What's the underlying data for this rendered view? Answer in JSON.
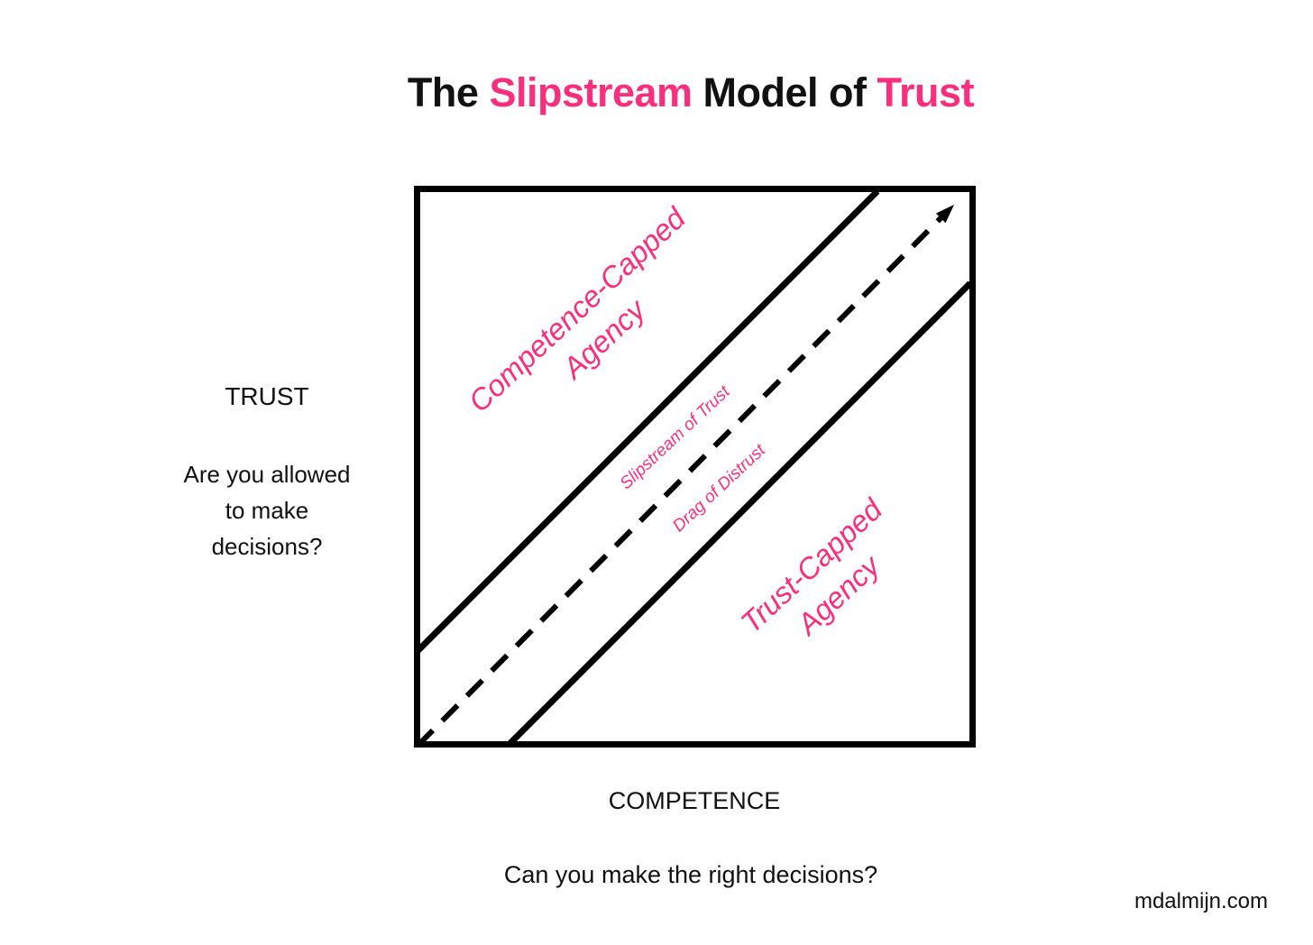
{
  "title": {
    "segments": [
      {
        "text": "The ",
        "color": "black"
      },
      {
        "text": "Slipstream",
        "color": "pink"
      },
      {
        "text": " Model of ",
        "color": "black"
      },
      {
        "text": "Trust",
        "color": "pink"
      }
    ]
  },
  "trust_axis": {
    "label": "TRUST",
    "question_lines": [
      "Are you allowed",
      "to make",
      "decisions?"
    ]
  },
  "competence_axis": {
    "label": "COMPETENCE",
    "question": "Can you make the right decisions?"
  },
  "regions": {
    "competence_capped": {
      "line1": "Competence-Capped",
      "line2": "Agency"
    },
    "trust_capped": {
      "line1": "Trust-Capped",
      "line2": "Agency"
    }
  },
  "flow_labels": {
    "slipstream": "Slipstream of Trust",
    "drag": "Drag of Distrust"
  },
  "watermark": "mdalmijn.com",
  "colors": {
    "pink": "#f92f7e",
    "black": "#111111"
  }
}
